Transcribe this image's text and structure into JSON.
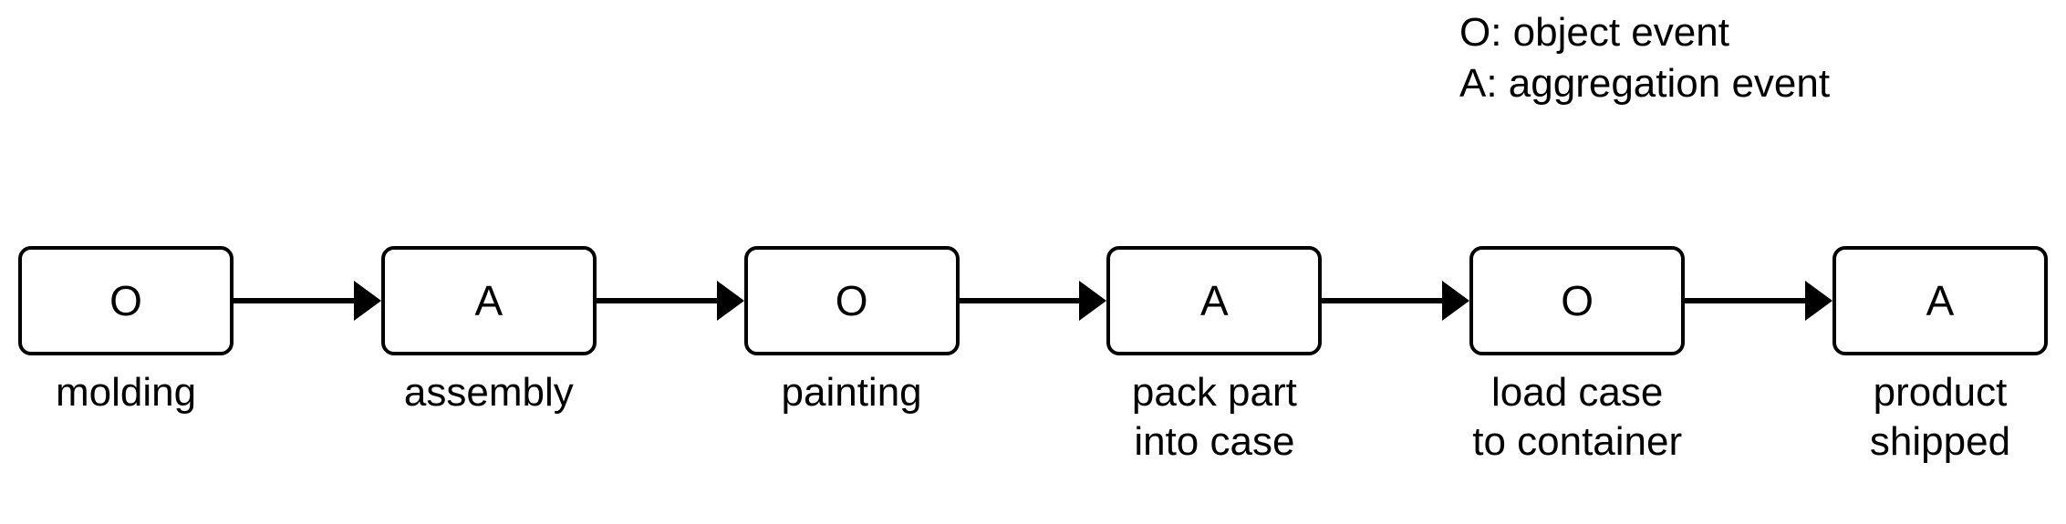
{
  "legend": {
    "lines": [
      "O: object event",
      "A: aggregation event"
    ]
  },
  "flow": {
    "nodes": [
      {
        "letter": "O",
        "label_lines": [
          "molding"
        ]
      },
      {
        "letter": "A",
        "label_lines": [
          "assembly"
        ]
      },
      {
        "letter": "O",
        "label_lines": [
          "painting"
        ]
      },
      {
        "letter": "A",
        "label_lines": [
          "pack part",
          "into case"
        ]
      },
      {
        "letter": "O",
        "label_lines": [
          "load case",
          "to container"
        ]
      },
      {
        "letter": "A",
        "label_lines": [
          "product",
          "shipped"
        ]
      }
    ]
  },
  "colors": {
    "stroke": "#000000",
    "background": "#ffffff"
  }
}
